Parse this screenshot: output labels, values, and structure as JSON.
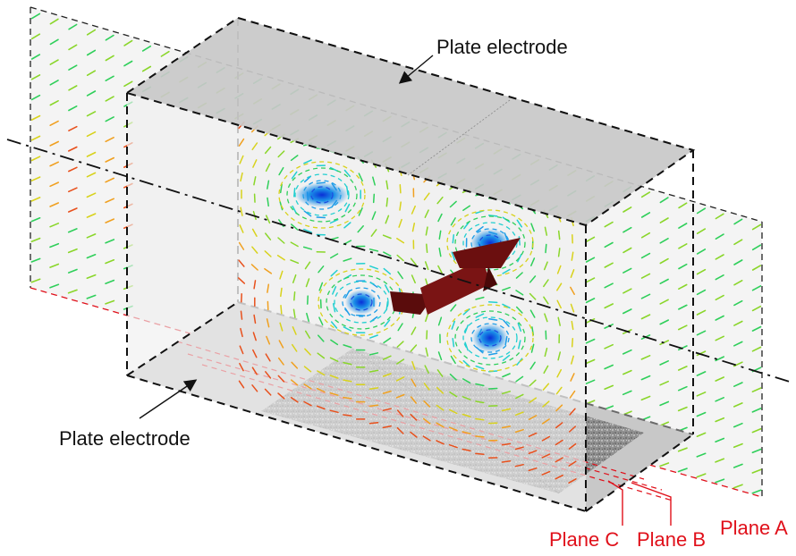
{
  "labels": {
    "top_electrode": "Plate electrode",
    "bottom_electrode": "Plate electrode",
    "plane_a": "Plane A",
    "plane_b": "Plane B",
    "plane_c": "Plane C"
  },
  "colors": {
    "plane_label": "#e0101a",
    "electrode_fill": "#c8c8c8",
    "plane_fill": "#f2f2f2",
    "wing": "#6b0f0f",
    "edge": "#111111"
  },
  "icons": {
    "pointer": "arrow-icon"
  }
}
